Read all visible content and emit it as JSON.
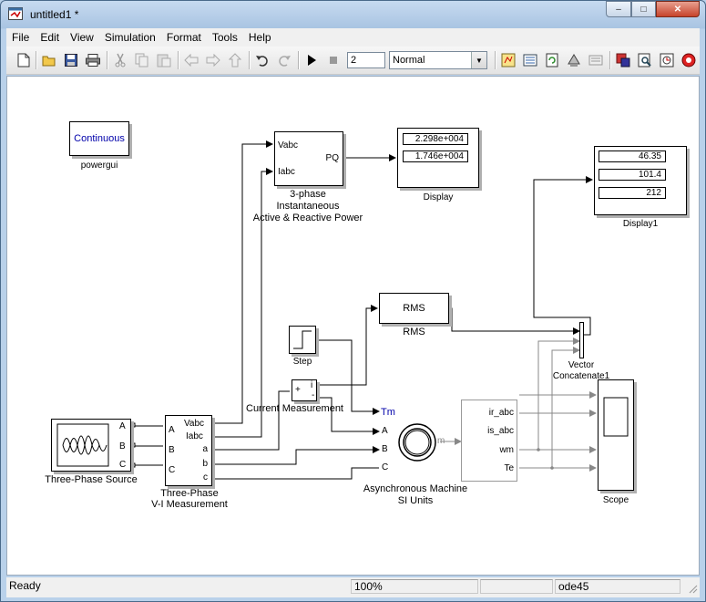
{
  "window": {
    "title": "untitled1 *",
    "min_glyph": "‒",
    "max_glyph": "□",
    "close_glyph": "✕"
  },
  "menu": {
    "items": [
      {
        "label": "File"
      },
      {
        "label": "Edit"
      },
      {
        "label": "View"
      },
      {
        "label": "Simulation"
      },
      {
        "label": "Format"
      },
      {
        "label": "Tools"
      },
      {
        "label": "Help"
      }
    ]
  },
  "toolbar": {
    "stop_time": "2",
    "sim_mode": "Normal",
    "icons": [
      "new-icon",
      "open-icon",
      "save-icon",
      "print-icon",
      "cut-icon",
      "copy-icon",
      "paste-icon",
      "back-icon",
      "forward-icon",
      "up-icon",
      "undo-icon",
      "redo-icon",
      "play-icon",
      "stop-icon",
      "library-icon",
      "model-explorer-icon",
      "update-icon",
      "debugger-icon",
      "profiler-icon",
      "model-advisor-icon",
      "find-icon",
      "sample-time-icon",
      "record-icon"
    ]
  },
  "blocks": {
    "powergui": {
      "text": "Continuous",
      "label": "powergui"
    },
    "power_block": {
      "port_vabc": "Vabc",
      "port_iabc": "Iabc",
      "port_pq": "PQ",
      "label_1": "3-phase",
      "label_2": "Instantaneous",
      "label_3": "Active & Reactive Power"
    },
    "display": {
      "values": [
        "2.298e+004",
        "1.746e+004"
      ],
      "label": "Display"
    },
    "display1": {
      "values": [
        "46.35",
        "101.4",
        "212"
      ],
      "label": "Display1"
    },
    "rms": {
      "text": "RMS",
      "label": "RMS"
    },
    "step": {
      "label": "Step"
    },
    "vector_concat": {
      "label_1": "Vector",
      "label_2": "Concatenate1"
    },
    "current_meas": {
      "plus": "+",
      "i": "i",
      "minus": "-",
      "label": "Current Measurement"
    },
    "source": {
      "port_a": "A",
      "port_b": "B",
      "port_c": "C",
      "label": "Three-Phase Source"
    },
    "vi_meas": {
      "port_vabc": "Vabc",
      "port_iabc": "Iabc",
      "port_in_a": "A",
      "port_in_b": "B",
      "port_in_c": "C",
      "port_out_a": "a",
      "port_out_b": "b",
      "port_out_c": "c",
      "label_1": "Three-Phase",
      "label_2": "V-I Measurement"
    },
    "machine": {
      "port_tm": "Tm",
      "port_a": "A",
      "port_b": "B",
      "port_c": "C",
      "port_m": "m",
      "label_1": "Asynchronous Machine",
      "label_2": "SI Units"
    },
    "demux": {
      "outputs": [
        "ir_abc",
        "is_abc",
        "wm",
        "Te"
      ]
    },
    "scope": {
      "label": "Scope"
    }
  },
  "status": {
    "left": "Ready",
    "zoom": "100%",
    "solver": "ode45"
  }
}
